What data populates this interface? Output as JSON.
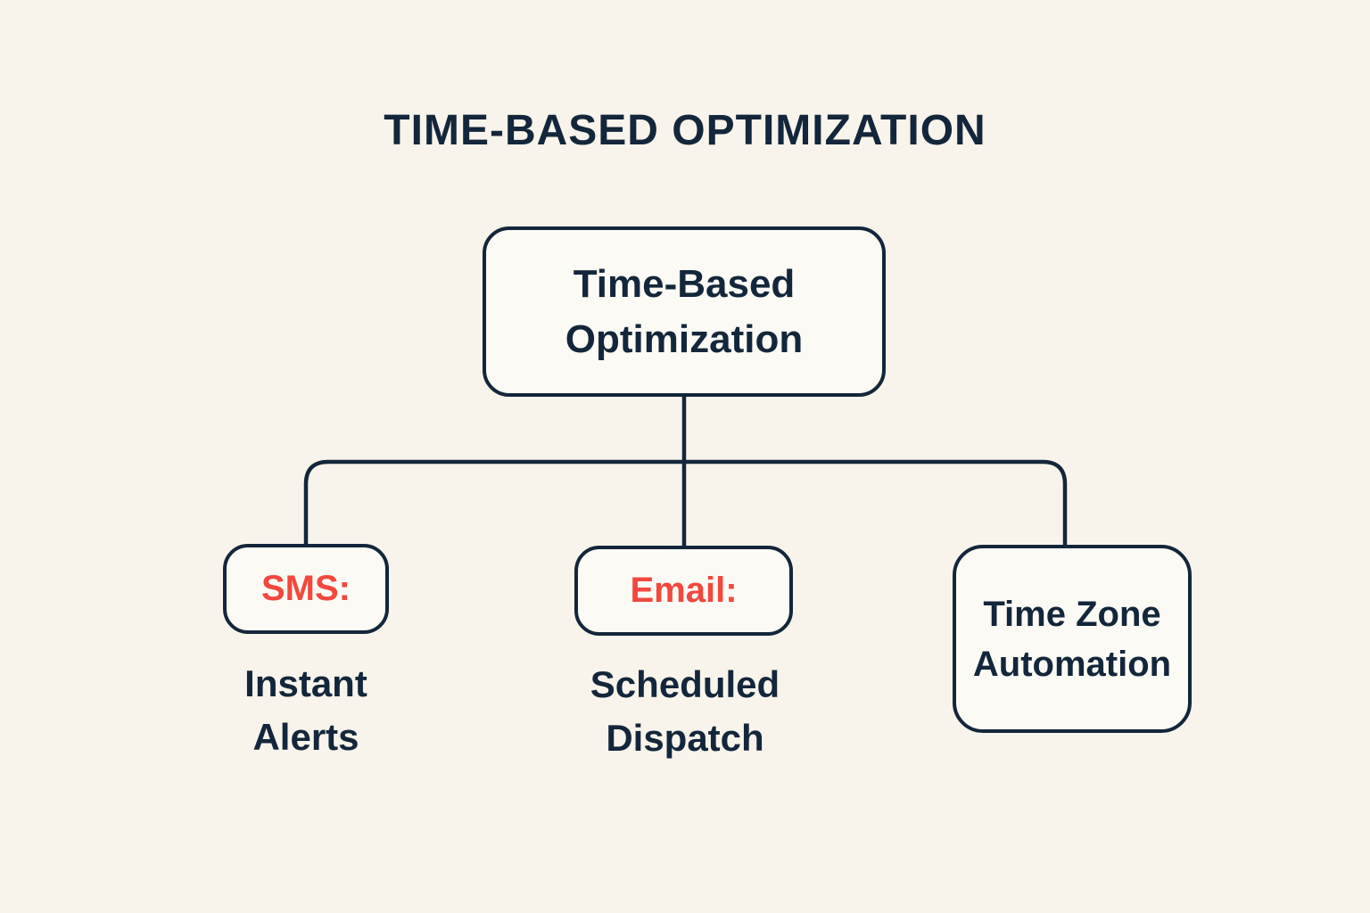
{
  "colors": {
    "background": "#F8F4EB",
    "ink": "#13263B",
    "accent": "#F2483D",
    "box_fill": "#FCFAF4"
  },
  "title": "TIME-BASED OPTIMIZATION",
  "diagram": {
    "root": {
      "lines": [
        "Time-Based",
        "Optimization"
      ]
    },
    "branches": [
      {
        "label": "SMS:",
        "caption_lines": [
          "Instant",
          "Alerts"
        ]
      },
      {
        "label": "Email:",
        "caption_lines": [
          "Scheduled",
          "Dispatch"
        ]
      },
      {
        "label_lines": [
          "Time Zone",
          "Automation"
        ]
      }
    ]
  }
}
